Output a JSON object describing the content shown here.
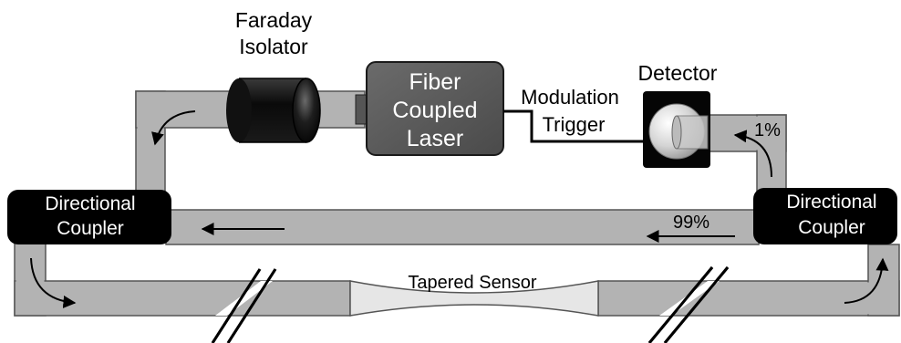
{
  "diagram": {
    "faraday_isolator": [
      "Faraday",
      "Isolator"
    ],
    "laser": [
      "Fiber",
      "Coupled",
      "Laser"
    ],
    "modulation_trigger": [
      "Modulation",
      "Trigger"
    ],
    "detector": "Detector",
    "coupler_left": [
      "Directional",
      "Coupler"
    ],
    "coupler_right": [
      "Directional",
      "Coupler"
    ],
    "split_small": "1%",
    "split_large": "99%",
    "sensor": "Tapered Sensor"
  },
  "colors": {
    "fiber_fill": "#b3b3b3",
    "fiber_stroke": "#555555",
    "coupler": "#000000",
    "laser_body": "#5a5a5a",
    "taper_fill": "#e6e6e6"
  }
}
